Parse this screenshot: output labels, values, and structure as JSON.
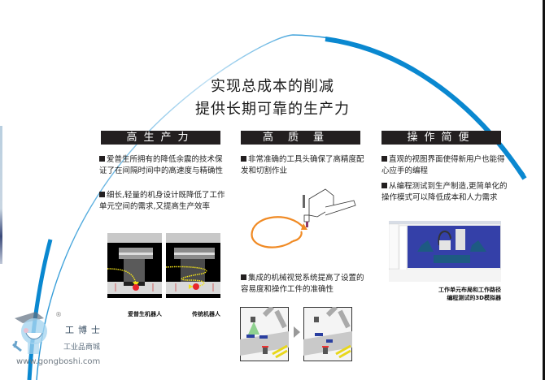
{
  "headline": {
    "line1": "实现总成本的削减",
    "line2": "提供长期可靠的生产力"
  },
  "columns": [
    {
      "header": "高生产力",
      "bullets": [
        "爱普生所拥有的降低余震的技术保证了在间隔时间中的高速度与精确性",
        "细长,轻量的机身设计既降低了工作单元空间的需求,又提高生产效率"
      ],
      "images": [
        {
          "caption": "爱普生机器人"
        },
        {
          "caption": "传统机器人"
        }
      ]
    },
    {
      "header": "高质量",
      "bullets": [
        "非常准确的工具头确保了高精度配发和切割作业",
        "集成的机械视觉系统提高了设置的容易度和操作工件的准确性"
      ]
    },
    {
      "header": "操作简便",
      "bullets": [
        "直观的视图界面使得新用户也能得心应手的编程",
        "从编程测试到生产制造,更简单化的操作模式可以降低成本和人力需求"
      ],
      "images": [
        {
          "caption_line1": "工作单元布局和工作路径",
          "caption_line2": "编程测试的3D模拟器"
        }
      ]
    }
  ],
  "watermark": {
    "brand": "工博士",
    "subtitle": "工业品商城",
    "url": "www.gongboshi.com",
    "registered": "®"
  },
  "colors": {
    "arc_blue": "#0a88d0",
    "header_bg": "#231f20",
    "trail_orange": "#f08a24",
    "path_yellow": "#f2e21a",
    "target_red": "#e8262c"
  }
}
